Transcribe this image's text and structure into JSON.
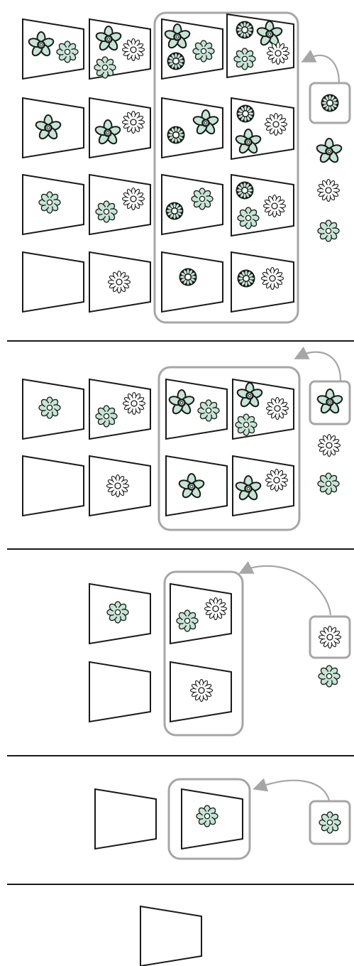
{
  "colors": {
    "background": "#ffffff",
    "frame_stroke": "#1a1a1a",
    "highlight_stroke": "#a6a6a6",
    "flower_fill_green": "#c5e6d5",
    "flower_fill_white": "#ffffff",
    "flower_stroke": "#1a1a1a",
    "divider": "#1a1a1a"
  },
  "flower_types": [
    "five-petal-flower-icon",
    "daisy-flower-icon",
    "green-blossom-icon",
    "dark-blossom-icon"
  ],
  "stages": [
    {
      "stage": 1,
      "new_item": "dark-blossom-icon",
      "remaining_items": [
        "five-petal-flower-icon",
        "daisy-flower-icon",
        "green-blossom-icon"
      ],
      "subset_count": 16
    },
    {
      "stage": 2,
      "new_item": "five-petal-flower-icon",
      "remaining_items": [
        "daisy-flower-icon",
        "green-blossom-icon"
      ],
      "subset_count": 8
    },
    {
      "stage": 3,
      "new_item": "daisy-flower-icon",
      "remaining_items": [
        "green-blossom-icon"
      ],
      "subset_count": 4
    },
    {
      "stage": 4,
      "new_item": "green-blossom-icon",
      "remaining_items": [],
      "subset_count": 2
    },
    {
      "stage": 5,
      "new_item": "",
      "remaining_items": [],
      "subset_count": 1
    }
  ]
}
